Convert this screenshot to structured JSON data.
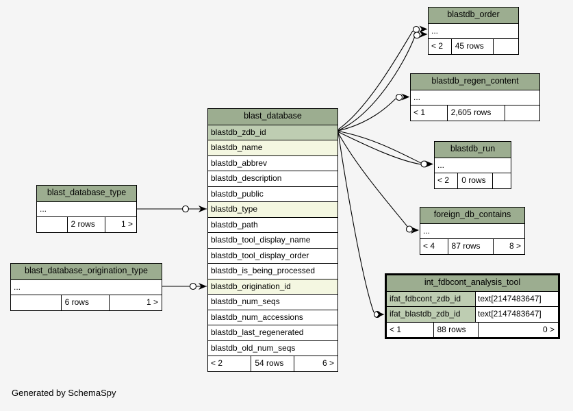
{
  "page": {
    "footer_note": "Generated by SchemaSpy"
  },
  "colors": {
    "background": "#f5f5f5",
    "table_header_bg": "#9cad90",
    "primary_key_bg": "#becdb2",
    "indexed_column_bg": "#f4f7e1",
    "row_bg": "#ffffff",
    "border": "#000000"
  },
  "tables": {
    "blast_database": {
      "title": "blast_database",
      "columns": [
        {
          "name": "blastdb_zdb_id"
        },
        {
          "name": "blastdb_name"
        },
        {
          "name": "blastdb_abbrev"
        },
        {
          "name": "blastdb_description"
        },
        {
          "name": "blastdb_public"
        },
        {
          "name": "blastdb_type"
        },
        {
          "name": "blastdb_path"
        },
        {
          "name": "blastdb_tool_display_name"
        },
        {
          "name": "blastdb_tool_display_order"
        },
        {
          "name": "blastdb_is_being_processed"
        },
        {
          "name": "blastdb_origination_id"
        },
        {
          "name": "blastdb_num_seqs"
        },
        {
          "name": "blastdb_num_accessions"
        },
        {
          "name": "blastdb_last_regenerated"
        },
        {
          "name": "blastdb_old_num_seqs"
        }
      ],
      "footer": [
        "< 2",
        "54 rows",
        "6 >"
      ]
    },
    "blastdb_order": {
      "title": "blastdb_order",
      "ellipsis": "...",
      "footer": [
        "< 2",
        "45 rows",
        ""
      ]
    },
    "blastdb_regen_content": {
      "title": "blastdb_regen_content",
      "ellipsis": "...",
      "footer": [
        "< 1",
        "2,605 rows",
        ""
      ]
    },
    "blastdb_run": {
      "title": "blastdb_run",
      "ellipsis": "...",
      "footer": [
        "< 2",
        "0 rows",
        ""
      ]
    },
    "foreign_db_contains": {
      "title": "foreign_db_contains",
      "ellipsis": "...",
      "footer": [
        "< 4",
        "87 rows",
        "8 >"
      ]
    },
    "int_fdbcont_analysis_tool": {
      "title": "int_fdbcont_analysis_tool",
      "columns": [
        {
          "name": "ifat_fdbcont_zdb_id",
          "type": "text[2147483647]"
        },
        {
          "name": "ifat_blastdb_zdb_id",
          "type": "text[2147483647]"
        }
      ],
      "footer": [
        "< 1",
        "88 rows",
        "0 >"
      ]
    },
    "blast_database_type": {
      "title": "blast_database_type",
      "ellipsis": "...",
      "footer": [
        "",
        "2 rows",
        "1 >"
      ]
    },
    "blast_database_origination_type": {
      "title": "blast_database_origination_type",
      "ellipsis": "...",
      "footer": [
        "",
        "6 rows",
        "1 >"
      ]
    }
  }
}
